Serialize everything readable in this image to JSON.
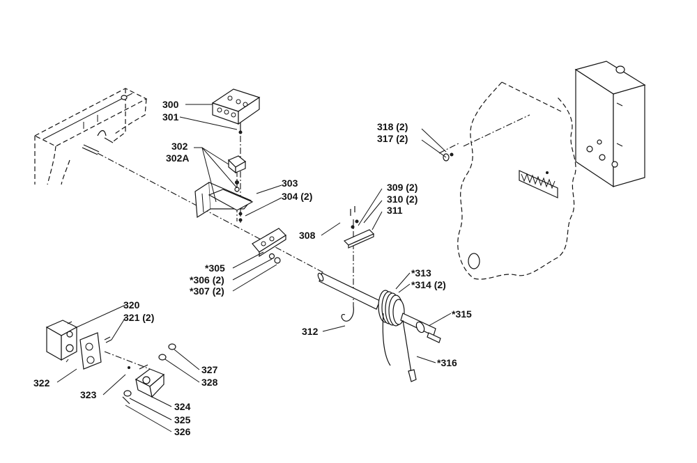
{
  "labels": {
    "l300": "300",
    "l301": "301",
    "l302": "302",
    "l302a": "302A",
    "l303": "303",
    "l304": "304 (2)",
    "l305": "*305",
    "l306": "*306 (2)",
    "l307": "*307 (2)",
    "l308": "308",
    "l309": "309 (2)",
    "l310": "310 (2)",
    "l311": "311",
    "l312": "312",
    "l313": "*313",
    "l314": "*314 (2)",
    "l315": "*315",
    "l316": "*316",
    "l317": "317 (2)",
    "l318": "318 (2)",
    "l320": "320",
    "l321": "321 (2)",
    "l322": "322",
    "l323": "323",
    "l324": "324",
    "l325": "325",
    "l326": "326",
    "l327": "327",
    "l328": "328"
  }
}
